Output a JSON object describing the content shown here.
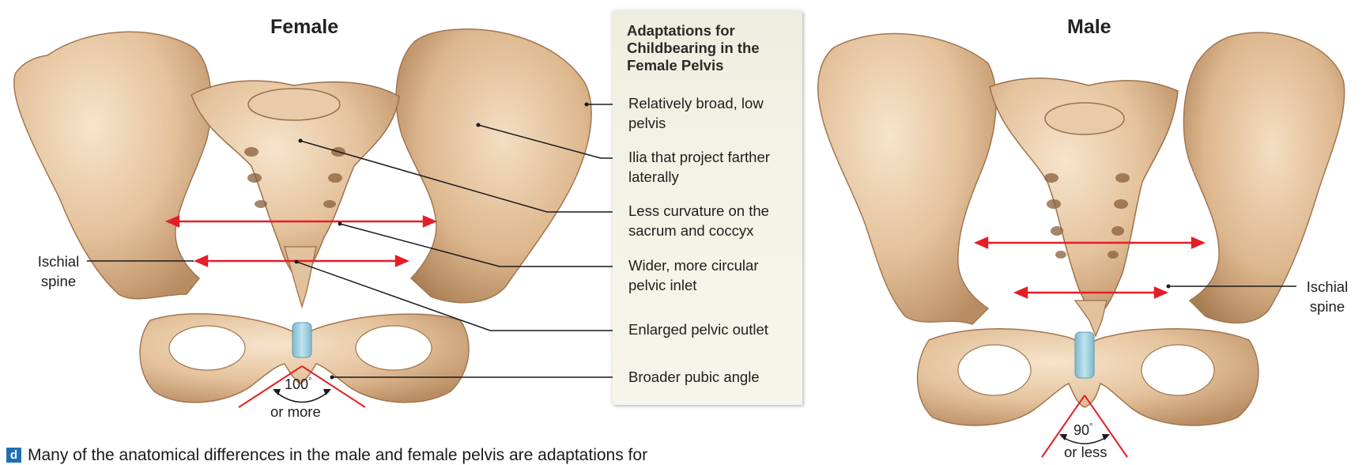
{
  "female": {
    "heading": "Female",
    "ischial_label": "Ischial\nspine",
    "angle_value": "100",
    "angle_unit": "°",
    "angle_note": "or more"
  },
  "male": {
    "heading": "Male",
    "ischial_label": "Ischial\nspine",
    "angle_value": "90",
    "angle_unit": "°",
    "angle_note": "or less"
  },
  "panel": {
    "title": "Adaptations for Childbearing in the Female Pelvis",
    "items": [
      "Relatively broad, low pelvis",
      "Ilia that project farther laterally",
      "Less curvature on the sacrum and coccyx",
      "Wider, more circular pelvic inlet",
      "Enlarged pelvic outlet",
      "Broader pubic angle"
    ]
  },
  "caption": {
    "badge": "d",
    "text": "Many of the anatomical differences in the male and female pelvis are adaptations for"
  },
  "colors": {
    "bone_light": "#f3dcc1",
    "bone_mid": "#dcb48c",
    "bone_dark": "#a87c54",
    "cartilage": "#9fd0df",
    "arrow_red": "#e41e26",
    "leader_line": "#1a1a1a",
    "badge_blue": "#1f6fb5"
  }
}
